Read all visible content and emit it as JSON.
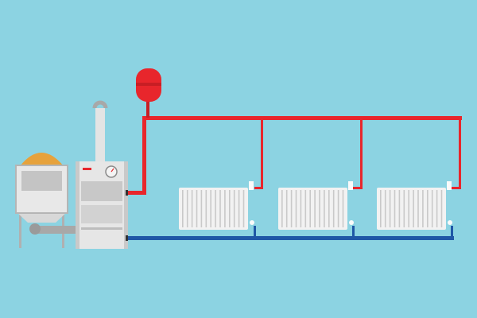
{
  "colors": {
    "background": "#8cd3e2",
    "supply_pipe": "#e8262c",
    "return_pipe": "#1f57a6",
    "expansion_tank": "#e8262c",
    "radiator": "#f2f2f2",
    "boiler": "#e6e6e6",
    "pellets": "#e6a23c"
  },
  "radiators": [
    {
      "name": "radiator-1"
    },
    {
      "name": "radiator-2"
    },
    {
      "name": "radiator-3"
    }
  ]
}
